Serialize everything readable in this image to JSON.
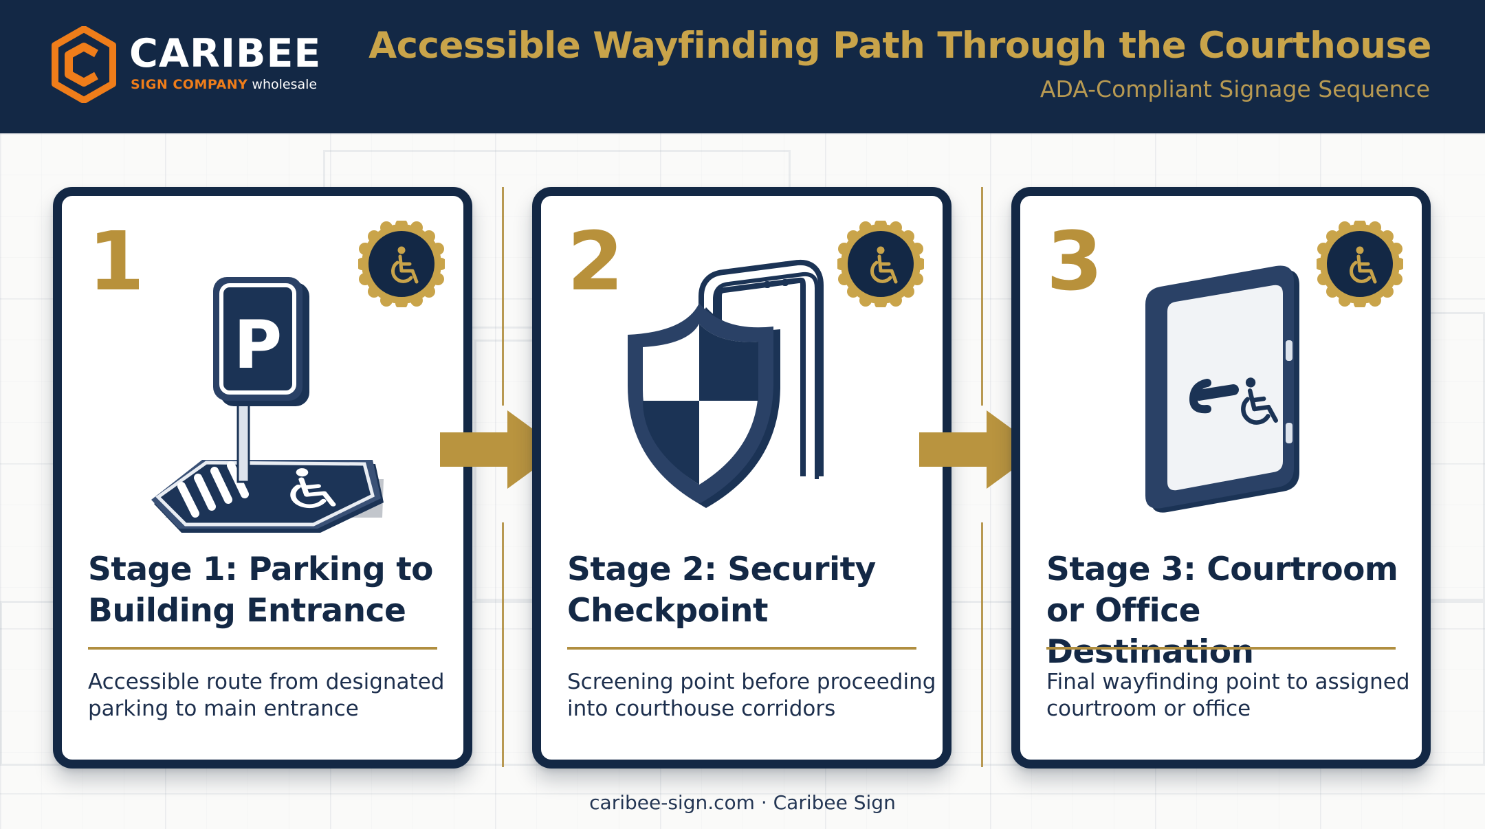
{
  "brand": {
    "name": "CARIBEE",
    "tagline_accent": "SIGN COMPANY",
    "tagline_rest": "wholesale"
  },
  "header": {
    "title": "Accessible Wayfinding Path Through the Courthouse",
    "subtitle": "ADA-Compliant Signage Sequence"
  },
  "colors": {
    "navy": "#132845",
    "gold": "#c9a44a",
    "orange": "#ef7d1a"
  },
  "stages": [
    {
      "number": "1",
      "title_line1": "Stage 1: Parking to",
      "title_line2": "Building Entrance",
      "desc_line1": "Accessible route from designated",
      "desc_line2": "parking to main entrance",
      "icon": "parking-sign-accessible-space-icon",
      "badge_icon": "wheelchair-icon"
    },
    {
      "number": "2",
      "title_line1": "Stage 2: Security",
      "title_line2": "Checkpoint",
      "desc_line1": "Screening point before proceeding",
      "desc_line2": "into courthouse corridors",
      "icon": "shield-metal-detector-icon",
      "badge_icon": "wheelchair-icon"
    },
    {
      "number": "3",
      "title_line1": "Stage 3: Courtroom",
      "title_line2": "or Office Destination",
      "desc_line1": "Final wayfinding point to assigned",
      "desc_line2": "courtroom or office",
      "icon": "accessible-door-icon",
      "badge_icon": "wheelchair-icon"
    }
  ],
  "footer": {
    "text": "caribee-sign.com · Caribee Sign"
  }
}
